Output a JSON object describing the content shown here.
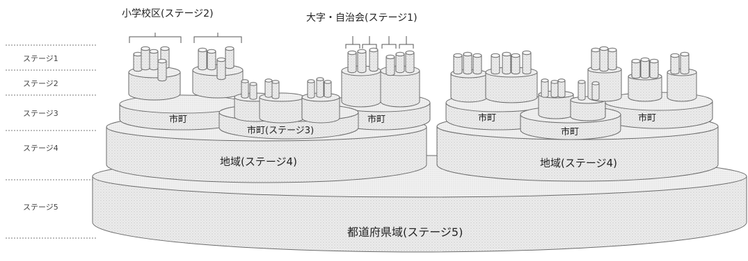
{
  "top_labels": {
    "school_district": "小学校区(ステージ2)",
    "neighborhood": "大字・自治会(ステージ1)"
  },
  "stages": {
    "stage1": "ステージ1",
    "stage2": "ステージ2",
    "stage3": "ステージ3",
    "stage4": "ステージ4",
    "stage5": "ステージ5"
  },
  "labels": {
    "prefecture": "都道府県域(ステージ5)",
    "region_left": "地域(ステージ4)",
    "region_right": "地域(ステージ4)",
    "city_left": "市町",
    "city_stage3": "市町(ステージ3)",
    "city_center": "市町",
    "city_right_a": "市町",
    "city_right_b": "市町",
    "city_right_c": "市町"
  },
  "colors": {
    "fill": "#e9e9e9",
    "fill_light": "#f3f3f3",
    "stroke": "#6a6a6a",
    "dashed": "#777777"
  }
}
